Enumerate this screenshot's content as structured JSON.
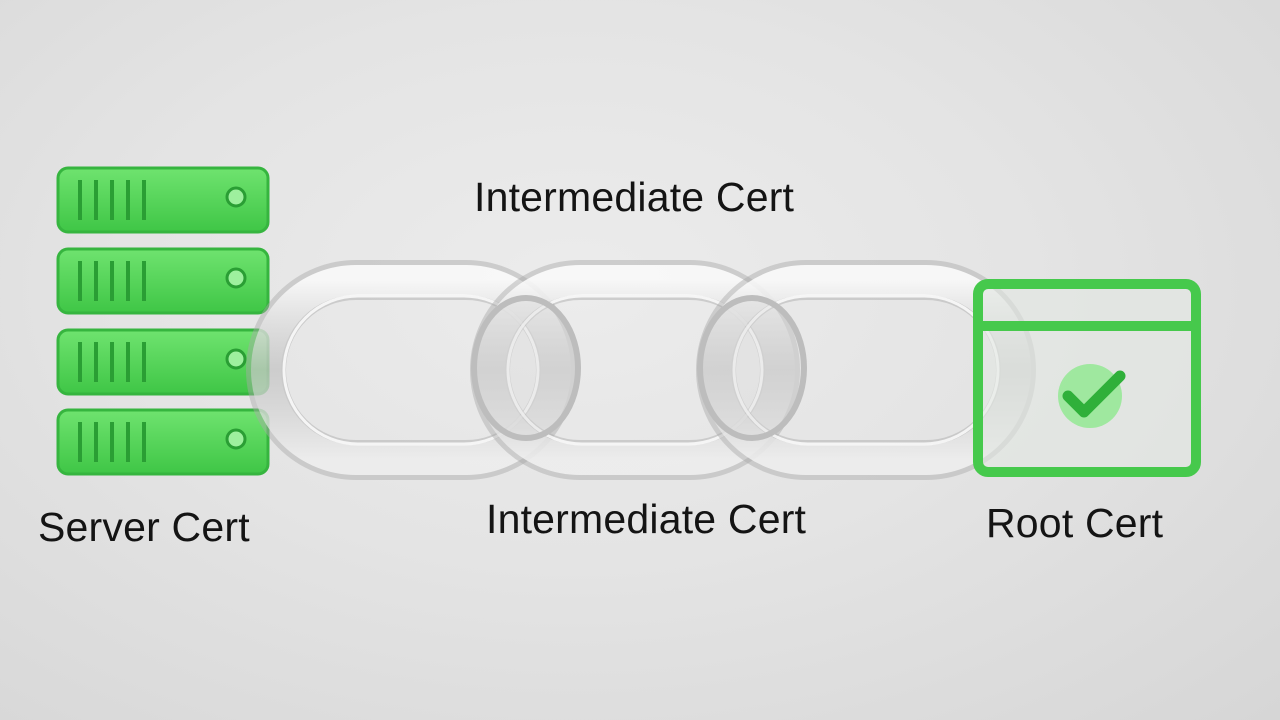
{
  "diagram": {
    "labels": {
      "intermediate_top": "Intermediate Cert",
      "intermediate_bottom": "Intermediate Cert",
      "server": "Server Cert",
      "root": "Root Cert"
    },
    "icons": {
      "server": "server-rack-icon",
      "chain": "chain-links-icon",
      "root": "browser-window-check-icon"
    },
    "colors": {
      "accent_green": "#4cd34f",
      "accent_green_dark": "#2fb03a",
      "glass_stroke": "#b9b9b9",
      "text": "#141414"
    }
  }
}
